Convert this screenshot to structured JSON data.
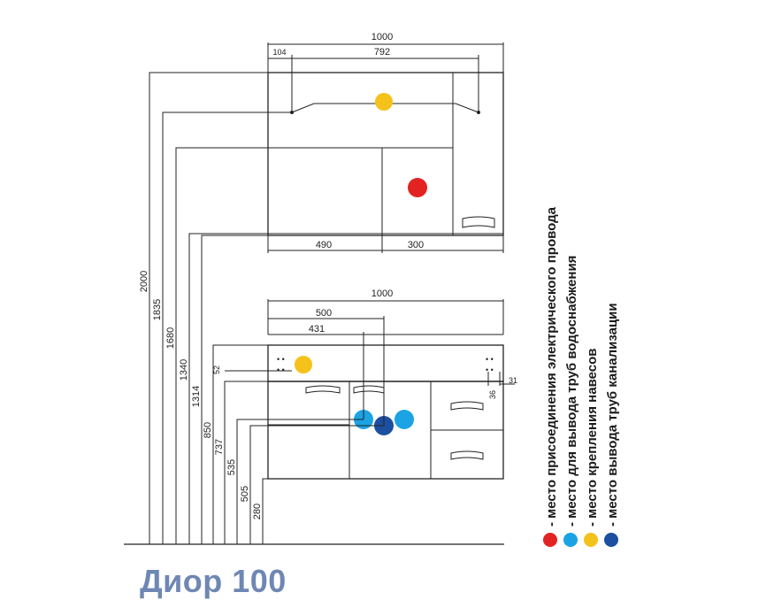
{
  "title": "Диор 100",
  "top_cabinet": {
    "width_total": "1000",
    "offset_left": "104",
    "mount_span": "792",
    "section_left": "490",
    "section_right": "300"
  },
  "bottom_cabinet": {
    "width_total": "1000",
    "to_center": "500",
    "to_pipe": "431",
    "hole_52": "52",
    "hole_36": "36",
    "hole_31": "31"
  },
  "heights": [
    "2000",
    "1835",
    "1680",
    "1340",
    "1314",
    "850",
    "737",
    "535",
    "505",
    "280"
  ],
  "legend": [
    {
      "text": "- место присоединения электрического провода",
      "color": "#e32322"
    },
    {
      "text": "- место для вывода труб водоснабжения",
      "color": "#1ba3e3"
    },
    {
      "text": "- место крепления навесов",
      "color": "#f5c21b"
    },
    {
      "text": "- место вывода труб канализации",
      "color": "#1d4fa0"
    }
  ],
  "colors": {
    "red": "#e32322",
    "light_blue": "#1ba3e3",
    "yellow": "#f5c21b",
    "dark_blue": "#1d4fa0",
    "title": "#6f87b3"
  }
}
